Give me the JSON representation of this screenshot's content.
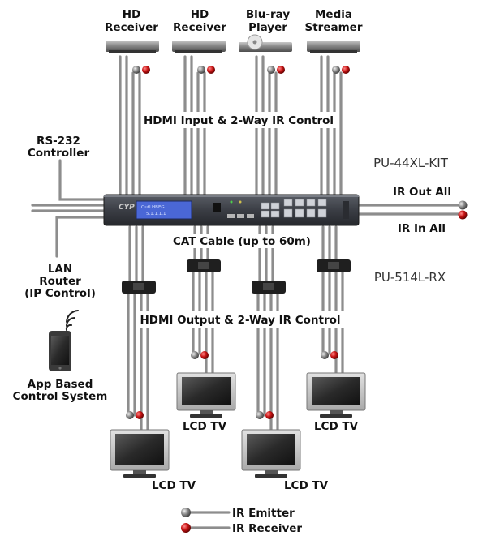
{
  "sources": [
    {
      "line1": "HD",
      "line2": "Receiver",
      "icon": "hd-receiver-icon"
    },
    {
      "line1": "HD",
      "line2": "Receiver",
      "icon": "hd-receiver-icon"
    },
    {
      "line1": "Blu-ray",
      "line2": "Player",
      "icon": "bluray-player-icon"
    },
    {
      "line1": "Media",
      "line2": "Streamer",
      "icon": "media-streamer-icon"
    }
  ],
  "labels": {
    "hdmi_input": "HDMI Input & 2-Way IR Control",
    "rs232_line1": "RS-232",
    "rs232_line2": "Controller",
    "kit_model": "PU-44XL-KIT",
    "ir_out_all": "IR Out All",
    "ir_in_all": "IR In All",
    "cat_cable": "CAT Cable (up to 60m)",
    "rx_model": "PU-514L-RX",
    "lan_line1": "LAN",
    "lan_line2": "Router",
    "lan_line3": "(IP Control)",
    "hdmi_output": "HDMI Output & 2-Way IR Control",
    "app_line1": "App Based",
    "app_line2": "Control System",
    "device_brand": "CYP",
    "lcd_line1": "OutLHBEG",
    "lcd_line2": "5.1.1.1.1"
  },
  "tvs": [
    {
      "label": "LCD TV"
    },
    {
      "label": "LCD TV"
    },
    {
      "label": "LCD TV"
    },
    {
      "label": "LCD TV"
    }
  ],
  "legend": [
    {
      "label": "IR Emitter",
      "color": "#8a8a8a"
    },
    {
      "label": "IR Receiver",
      "color": "#c81414"
    }
  ],
  "colors": {
    "cable": "#8d8d8d",
    "cable_highlight": "#d6d6d6",
    "emitter": "#8a8a8a",
    "receiver": "#c81414",
    "device_body": "#3a3d44",
    "lcd": "#4a67d6"
  }
}
